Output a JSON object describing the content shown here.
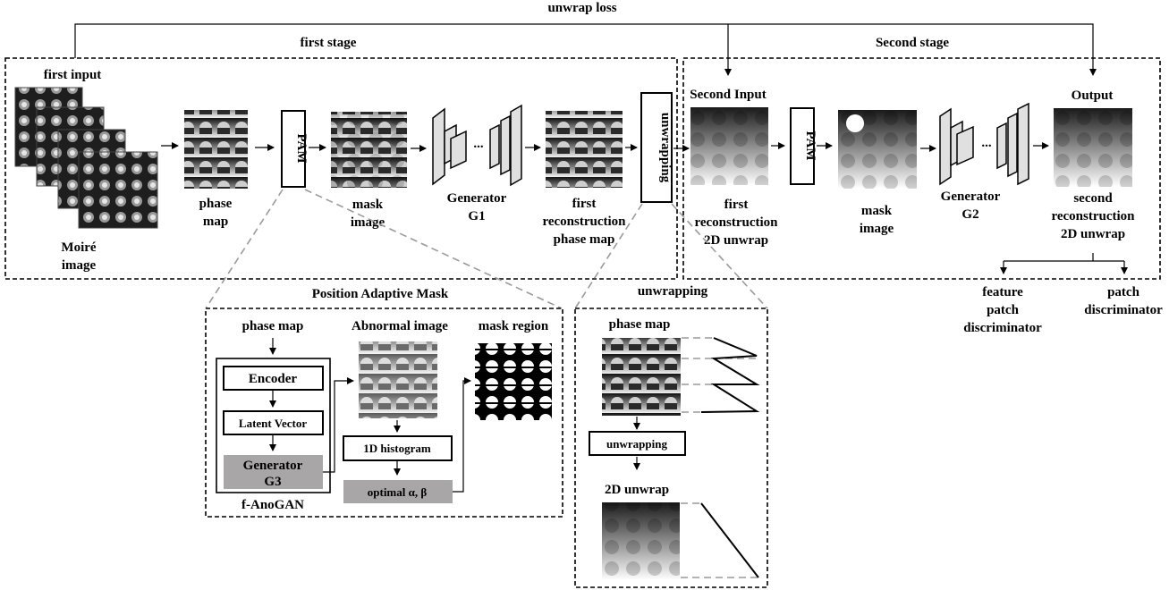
{
  "top_label": "unwrap loss",
  "stage1": {
    "title": "first stage",
    "first_input": "first input",
    "moire_line1": "Moiré",
    "moire_line2": "image",
    "phase_line1": "phase",
    "phase_line2": "map",
    "pam": "PAM",
    "mask_line1": "mask",
    "mask_line2": "image",
    "gen_line1": "Generator",
    "gen_line2": "G1",
    "recon_line1": "first",
    "recon_line2": "reconstruction",
    "recon_line3": "phase map",
    "unwrapping": "unwrapping"
  },
  "stage2": {
    "title": "Second stage",
    "second_input": "Second Input",
    "in_line1": "first",
    "in_line2": "reconstruction",
    "in_line3": "2D unwrap",
    "pam": "PAM",
    "mask_line1": "mask",
    "mask_line2": "image",
    "gen_line1": "Generator",
    "gen_line2": "G2",
    "output": "Output",
    "out_line1": "second",
    "out_line2": "reconstruction",
    "out_line3": "2D unwrap",
    "feat_line1": "feature",
    "feat_line2": "patch",
    "feat_line3": "discriminator",
    "patch_line1": "patch",
    "patch_line2": "discriminator"
  },
  "pam_detail": {
    "title": "Position Adaptive Mask",
    "phase_map": "phase map",
    "encoder": "Encoder",
    "latent": "Latent Vector",
    "gen_line1": "Generator",
    "gen_line2": "G3",
    "fanogan": "f-AnoGAN",
    "abnormal": "Abnormal image",
    "histogram": "1D histogram",
    "optimal": "optimal α, β",
    "mask_region": "mask region"
  },
  "unwrap_detail": {
    "title": "unwrapping",
    "phase_map": "phase map",
    "button": "unwrapping",
    "result": "2D unwrap"
  },
  "ellipsis": "...",
  "colors": {
    "line": "#000000",
    "dash_gray": "#9a9a9a",
    "gray_box": "#a8a6a6"
  }
}
